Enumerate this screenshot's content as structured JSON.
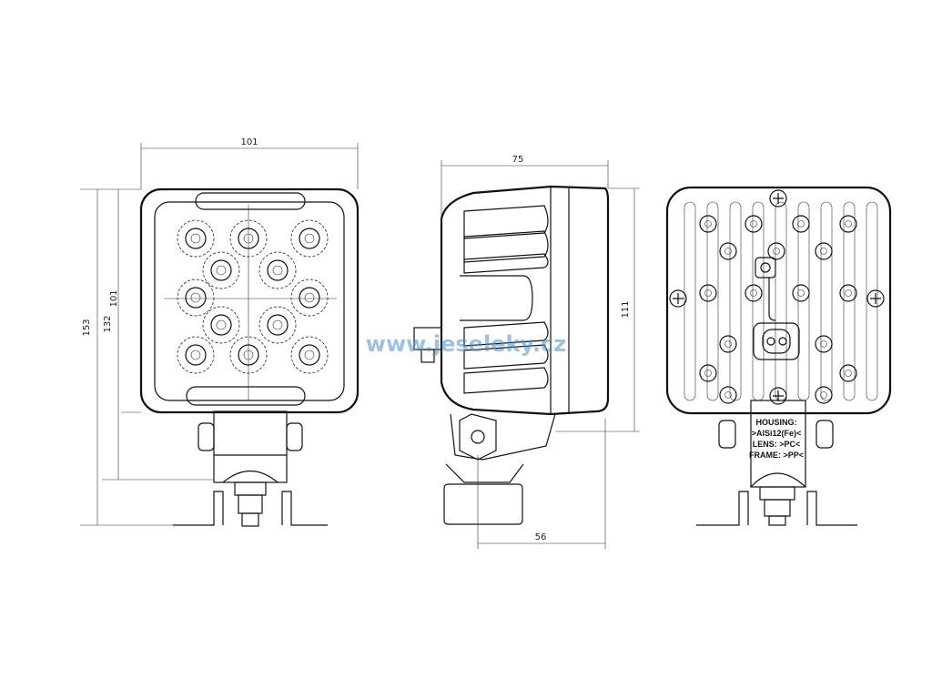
{
  "dimensions": {
    "front_width": "101",
    "front_height_total": "153",
    "front_height_housing": "132",
    "front_lens_height": "101",
    "side_depth": "75",
    "side_height": "111",
    "side_bracket_offset": "56"
  },
  "rear_label": {
    "housing_title": "HOUSING:",
    "housing_value": ">AlSi12(Fe)<",
    "lens": "LENS: >PC<",
    "frame": "FRAME: >PP<"
  },
  "watermark": "www.jeseleky.cz",
  "colors": {
    "line": "#111111",
    "watermark": "#4f8fc2"
  }
}
